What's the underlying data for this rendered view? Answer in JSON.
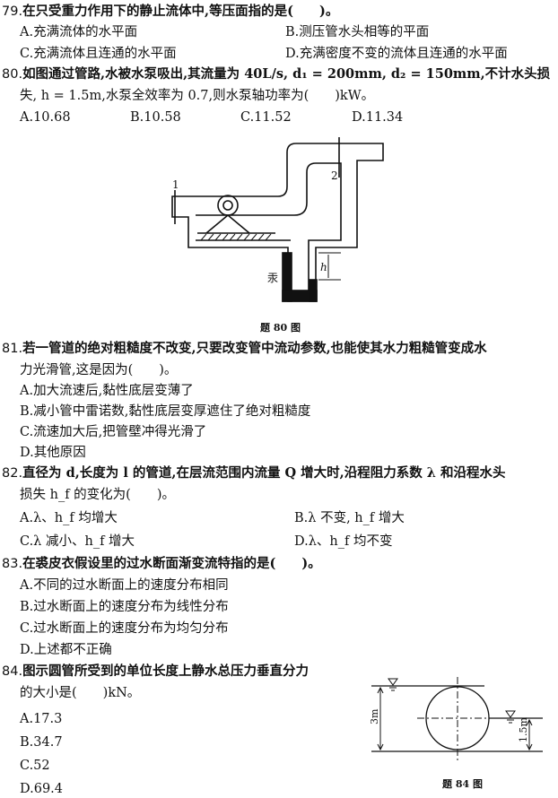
{
  "questions": [
    {
      "num": "79.",
      "stem": [
        "在只受重力作用下的静止流体中,等压面指的是(　　)。"
      ],
      "options": [
        "A.充满流体的水平面",
        "B.测压管水头相等的平面",
        "C.充满流体且连通的水平面",
        "D.充满密度不变的流体且连通的水平面"
      ]
    },
    {
      "num": "80.",
      "stem": [
        "如图通过管路,水被水泵吸出,其流量为 40L/s, d₁ = 200mm, d₂ = 150mm,不计水头损",
        "失, h = 1.5m,水泵全效率为 0.7,则水泵轴功率为(　　)kW。"
      ],
      "options": [
        "A.10.68",
        "B.10.58",
        "C.11.52",
        "D.11.34"
      ],
      "figure": {
        "caption": "题 80 图",
        "label_1": "1",
        "label_2": "2",
        "label_h": "h",
        "label_mercury": "汞"
      }
    },
    {
      "num": "81.",
      "stem": [
        "若一管道的绝对粗糙度不改变,只要改变管中流动参数,也能使其水力粗糙管变成水",
        "力光滑管,这是因为(　　)。"
      ],
      "options": [
        "A.加大流速后,黏性底层变薄了",
        "B.减小管中雷诺数,黏性底层变厚遮住了绝对粗糙度",
        "C.流速加大后,把管壁冲得光滑了",
        "D.其他原因"
      ]
    },
    {
      "num": "82.",
      "stem": [
        "直径为 d,长度为 l 的管道,在层流范围内流量 Q 增大时,沿程阻力系数 λ 和沿程水头",
        "损失 h_f 的变化为(　　)。"
      ],
      "options": [
        "A.λ、h_f 均增大",
        "B.λ 不变, h_f 增大",
        "C.λ 减小、h_f 增大",
        "D.λ、h_f 均不变"
      ]
    },
    {
      "num": "83.",
      "stem": [
        "在裘皮衣假设里的过水断面渐变流特指的是(　　)。"
      ],
      "options": [
        "A.不同的过水断面上的速度分布相同",
        "B.过水断面上的速度分布为线性分布",
        "C.过水断面上的速度分布为均匀分布",
        "D.上述都不正确"
      ]
    },
    {
      "num": "84.",
      "stem": [
        "图示圆管所受到的单位长度上静水总压力垂直分力",
        "的大小是(　　)kN。"
      ],
      "options": [
        "A.17.3",
        "B.34.7",
        "C.52",
        "D.69.4"
      ],
      "figure": {
        "caption": "题 84 图",
        "label_3m": "3m",
        "label_15m": "1.5m"
      }
    }
  ]
}
